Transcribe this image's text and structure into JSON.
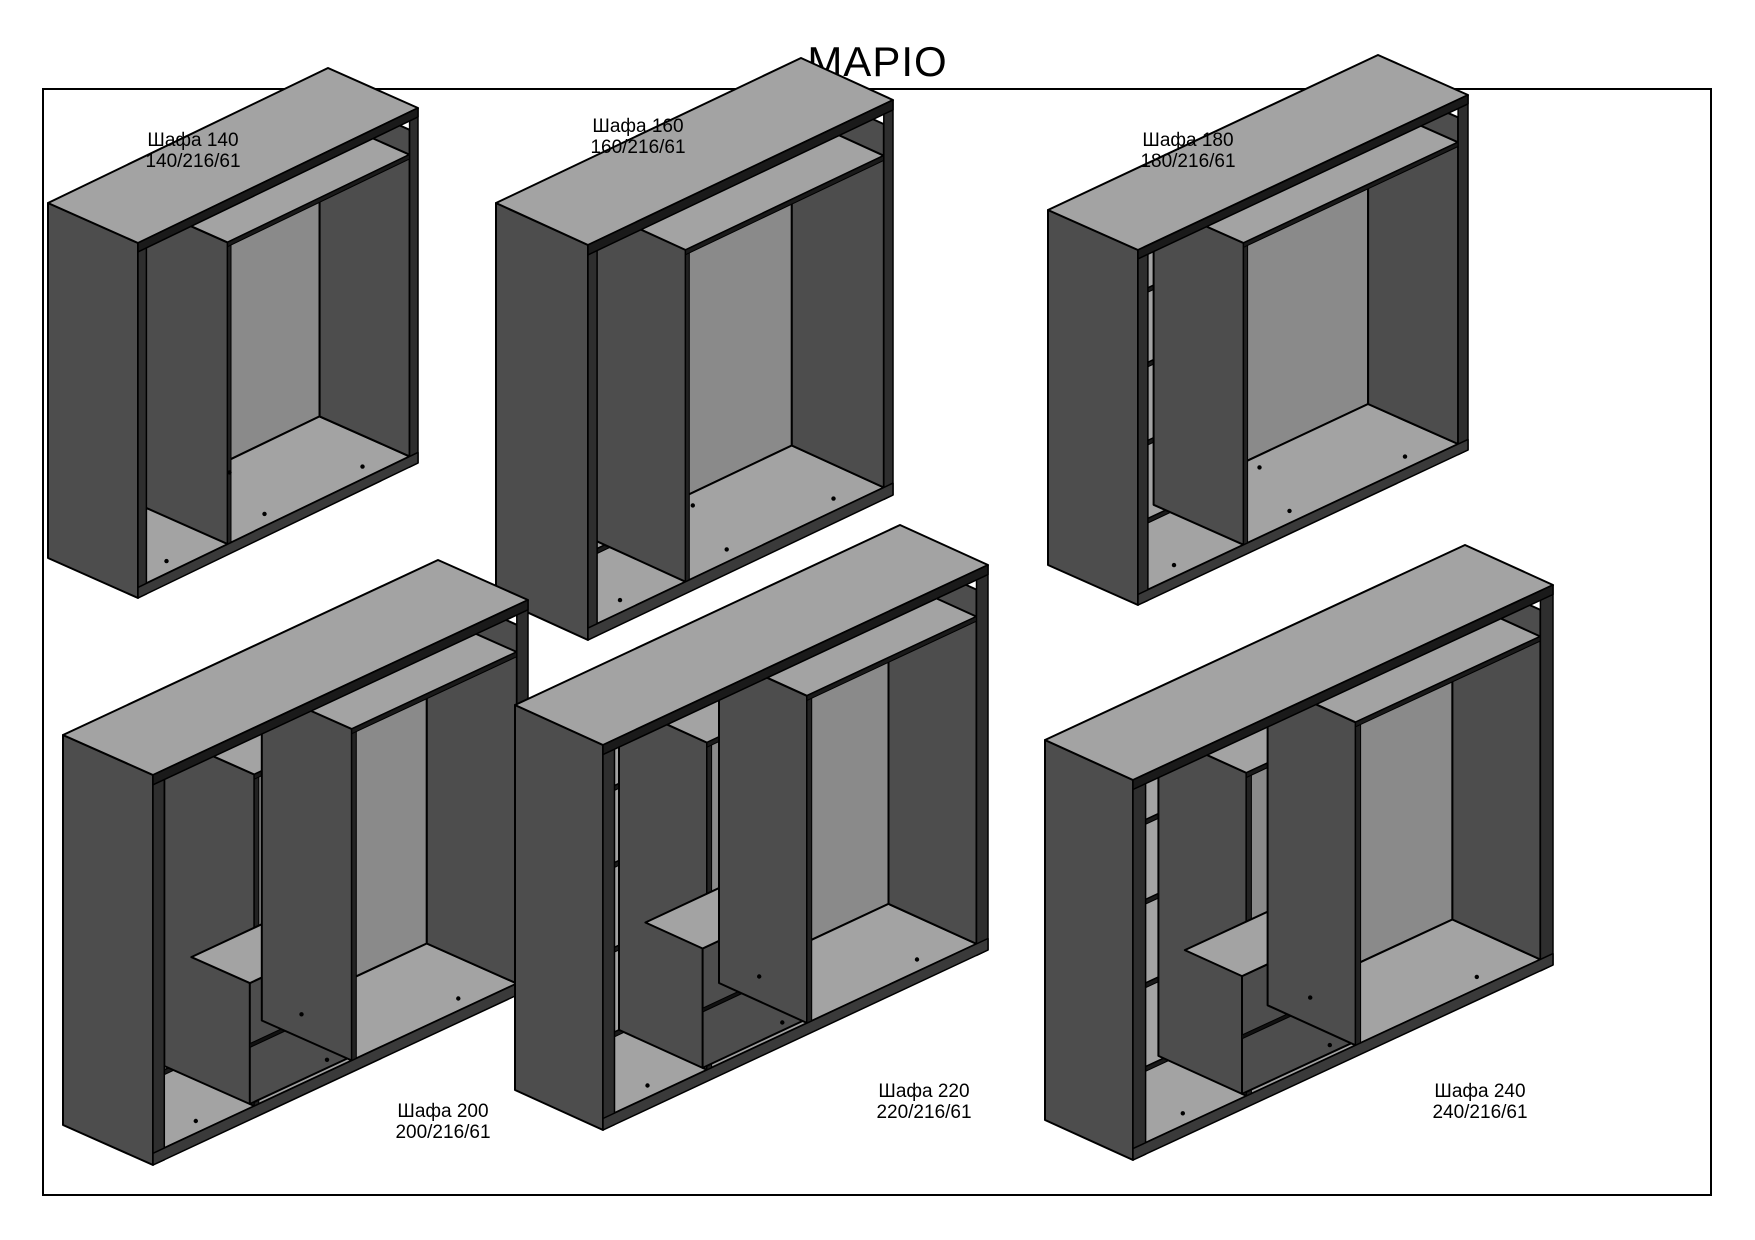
{
  "title": "МАРІО",
  "colors": {
    "side": "#4d4d4d",
    "panel": "#a3a3a3",
    "back": "#8a8a8a",
    "line": "#000000"
  },
  "wardrobes": [
    {
      "name": "Шафа 140",
      "dims": "140/216/61"
    },
    {
      "name": "Шафа 160",
      "dims": "160/216/61"
    },
    {
      "name": "Шафа 180",
      "dims": "180/216/61"
    },
    {
      "name": "Шафа 200",
      "dims": "200/216/61"
    },
    {
      "name": "Шафа 220",
      "dims": "220/216/61"
    },
    {
      "name": "Шафа 240",
      "dims": "240/216/61"
    }
  ]
}
